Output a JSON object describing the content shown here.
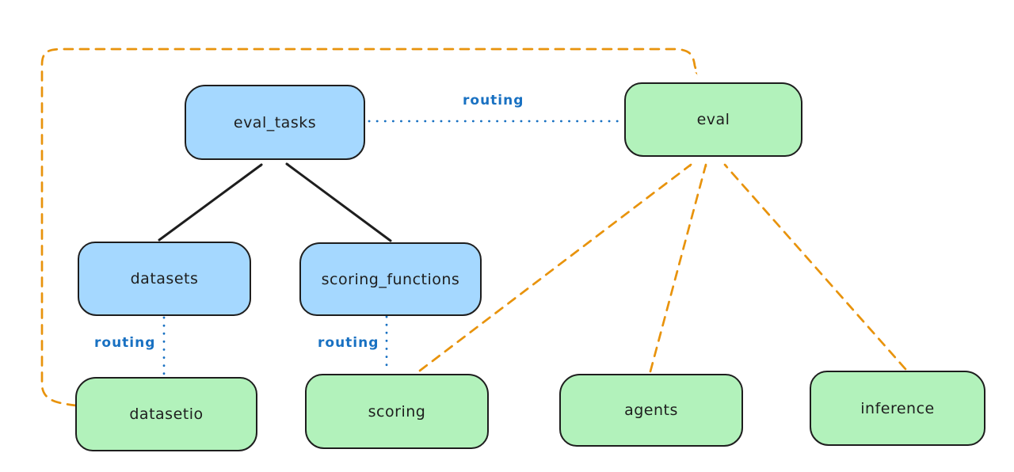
{
  "diagram": {
    "background_color": "#ffffff",
    "palette": {
      "registry_node_fill": "#a5d8ff",
      "api_node_fill": "#b2f2bb",
      "node_stroke": "#1e1e1e",
      "node_text_color": "#1e1e1e",
      "routing_color": "#1971c2",
      "orange_arrow_color": "#e8930c",
      "black_arrow_color": "#1e1e1e"
    },
    "nodes": [
      {
        "id": "eval_tasks",
        "label": "eval_tasks",
        "fill": "blue"
      },
      {
        "id": "eval",
        "label": "eval",
        "fill": "green"
      },
      {
        "id": "datasets",
        "label": "datasets",
        "fill": "blue"
      },
      {
        "id": "scoring_functions",
        "label": "scoring_functions",
        "fill": "blue"
      },
      {
        "id": "datasetio",
        "label": "datasetio",
        "fill": "green"
      },
      {
        "id": "scoring",
        "label": "scoring",
        "fill": "green"
      },
      {
        "id": "agents",
        "label": "agents",
        "fill": "green"
      },
      {
        "id": "inference",
        "label": "inference",
        "fill": "green"
      }
    ],
    "routing_labels": [
      {
        "text": "routing"
      },
      {
        "text": "routing"
      },
      {
        "text": "routing"
      }
    ],
    "edges": [
      {
        "from": "datasets",
        "to": "eval_tasks",
        "style": "solid-black-arrow"
      },
      {
        "from": "scoring_functions",
        "to": "eval_tasks",
        "style": "solid-black-arrow"
      },
      {
        "from": "eval_tasks",
        "to": "eval",
        "style": "dotted-blue",
        "label": "routing"
      },
      {
        "from": "datasets",
        "to": "datasetio",
        "style": "dotted-blue",
        "label": "routing"
      },
      {
        "from": "scoring_functions",
        "to": "scoring",
        "style": "dotted-blue",
        "label": "routing"
      },
      {
        "from": "datasetio",
        "to": "eval",
        "style": "dashed-orange-arrow"
      },
      {
        "from": "scoring",
        "to": "eval",
        "style": "dashed-orange-arrow"
      },
      {
        "from": "agents",
        "to": "eval",
        "style": "dashed-orange-arrow"
      },
      {
        "from": "inference",
        "to": "eval",
        "style": "dashed-orange-arrow"
      }
    ]
  }
}
